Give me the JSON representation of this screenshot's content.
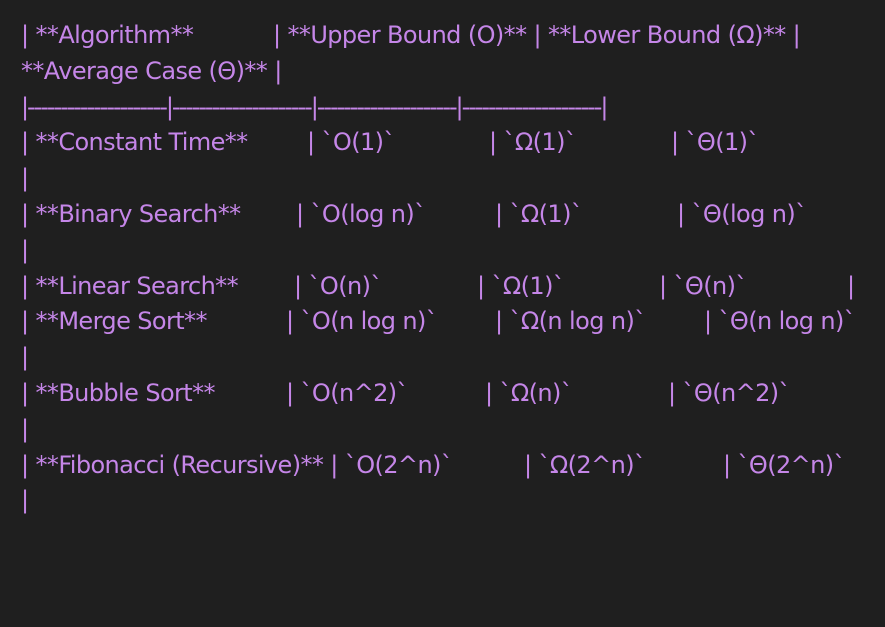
{
  "lines": [
    [
      "| **Algorithm**",
      "| **Upper Bound (O)** | **Lower Bound (Ω)** |"
    ],
    [
      "**Average Case (Θ)** |"
    ],
    [
      "|---------------------|---------------------|---------------------|---------------------|"
    ],
    [
      "| **Constant Time**",
      "| `O(1)`",
      "| `Ω(1)`",
      "| `Θ(1)`"
    ],
    [
      "|"
    ],
    [
      "| **Binary Search**",
      "| `O(log n)`",
      "| `Ω(1)`",
      "| `Θ(log n)`"
    ],
    [
      "|"
    ],
    [
      "| **Linear Search**",
      "| `O(n)`",
      "| `Ω(1)`",
      "| `Θ(n)`",
      "|"
    ],
    [
      "| **Merge Sort**",
      "| `O(n log n)`",
      "| `Ω(n log n)`",
      "| `Θ(n log n)`"
    ],
    [
      "|"
    ],
    [
      "| **Bubble Sort**",
      "| `O(n^2)`",
      "| `Ω(n)`",
      "| `Θ(n^2)`"
    ],
    [
      "|"
    ],
    [
      "| **Fibonacci (Recursive)** | `O(2^n)`",
      "| `Ω(2^n)`",
      "| `Θ(2^n)`"
    ],
    [
      "|"
    ]
  ]
}
